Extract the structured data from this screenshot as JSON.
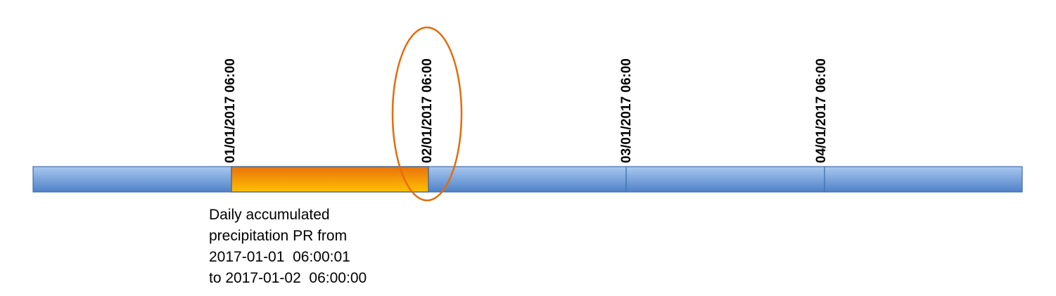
{
  "timeline": {
    "ticks": [
      {
        "label": "01/01/2017 06:00"
      },
      {
        "label": "02/01/2017 06:00"
      },
      {
        "label": "03/01/2017 06:00"
      },
      {
        "label": "04/01/2017 06:00"
      }
    ],
    "highlight_interval": {
      "from_tick": 0,
      "to_tick": 1
    },
    "marked_tick": 1
  },
  "annotation": {
    "lines": [
      "Daily accumulated",
      "precipitation PR from",
      "2017-01-01  06:00:01",
      "to 2017-01-02  06:00:00"
    ]
  },
  "colors": {
    "bar_top": "#a8c8f0",
    "bar_bottom": "#4f81c7",
    "bar_border": "#3f6fad",
    "highlight_top": "#e8720c",
    "highlight_bottom": "#ffc000",
    "highlight_border": "#4f6d8f",
    "marker_ellipse": "#e46c0a"
  }
}
